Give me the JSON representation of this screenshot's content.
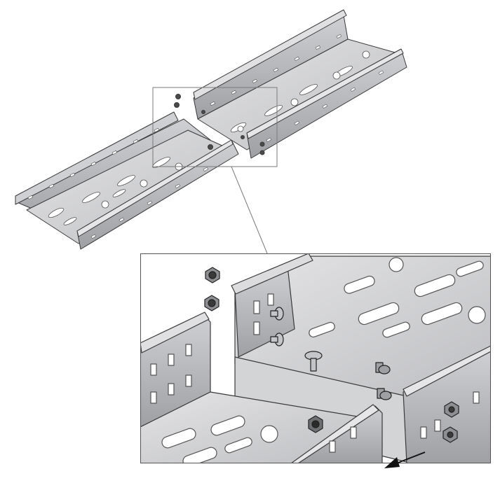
{
  "figure": {
    "description_text": "",
    "colors": {
      "background": "#ffffff",
      "metal_light": "#d9d9db",
      "metal_mid": "#b9babd",
      "metal_dark": "#8e8f93",
      "outline": "#3a3a3a",
      "slot": "#ffffff",
      "callout_frame": "#7a7a7a"
    },
    "icons": [
      "cable-tray",
      "hex-nut",
      "bolt",
      "direction-arrow"
    ]
  }
}
